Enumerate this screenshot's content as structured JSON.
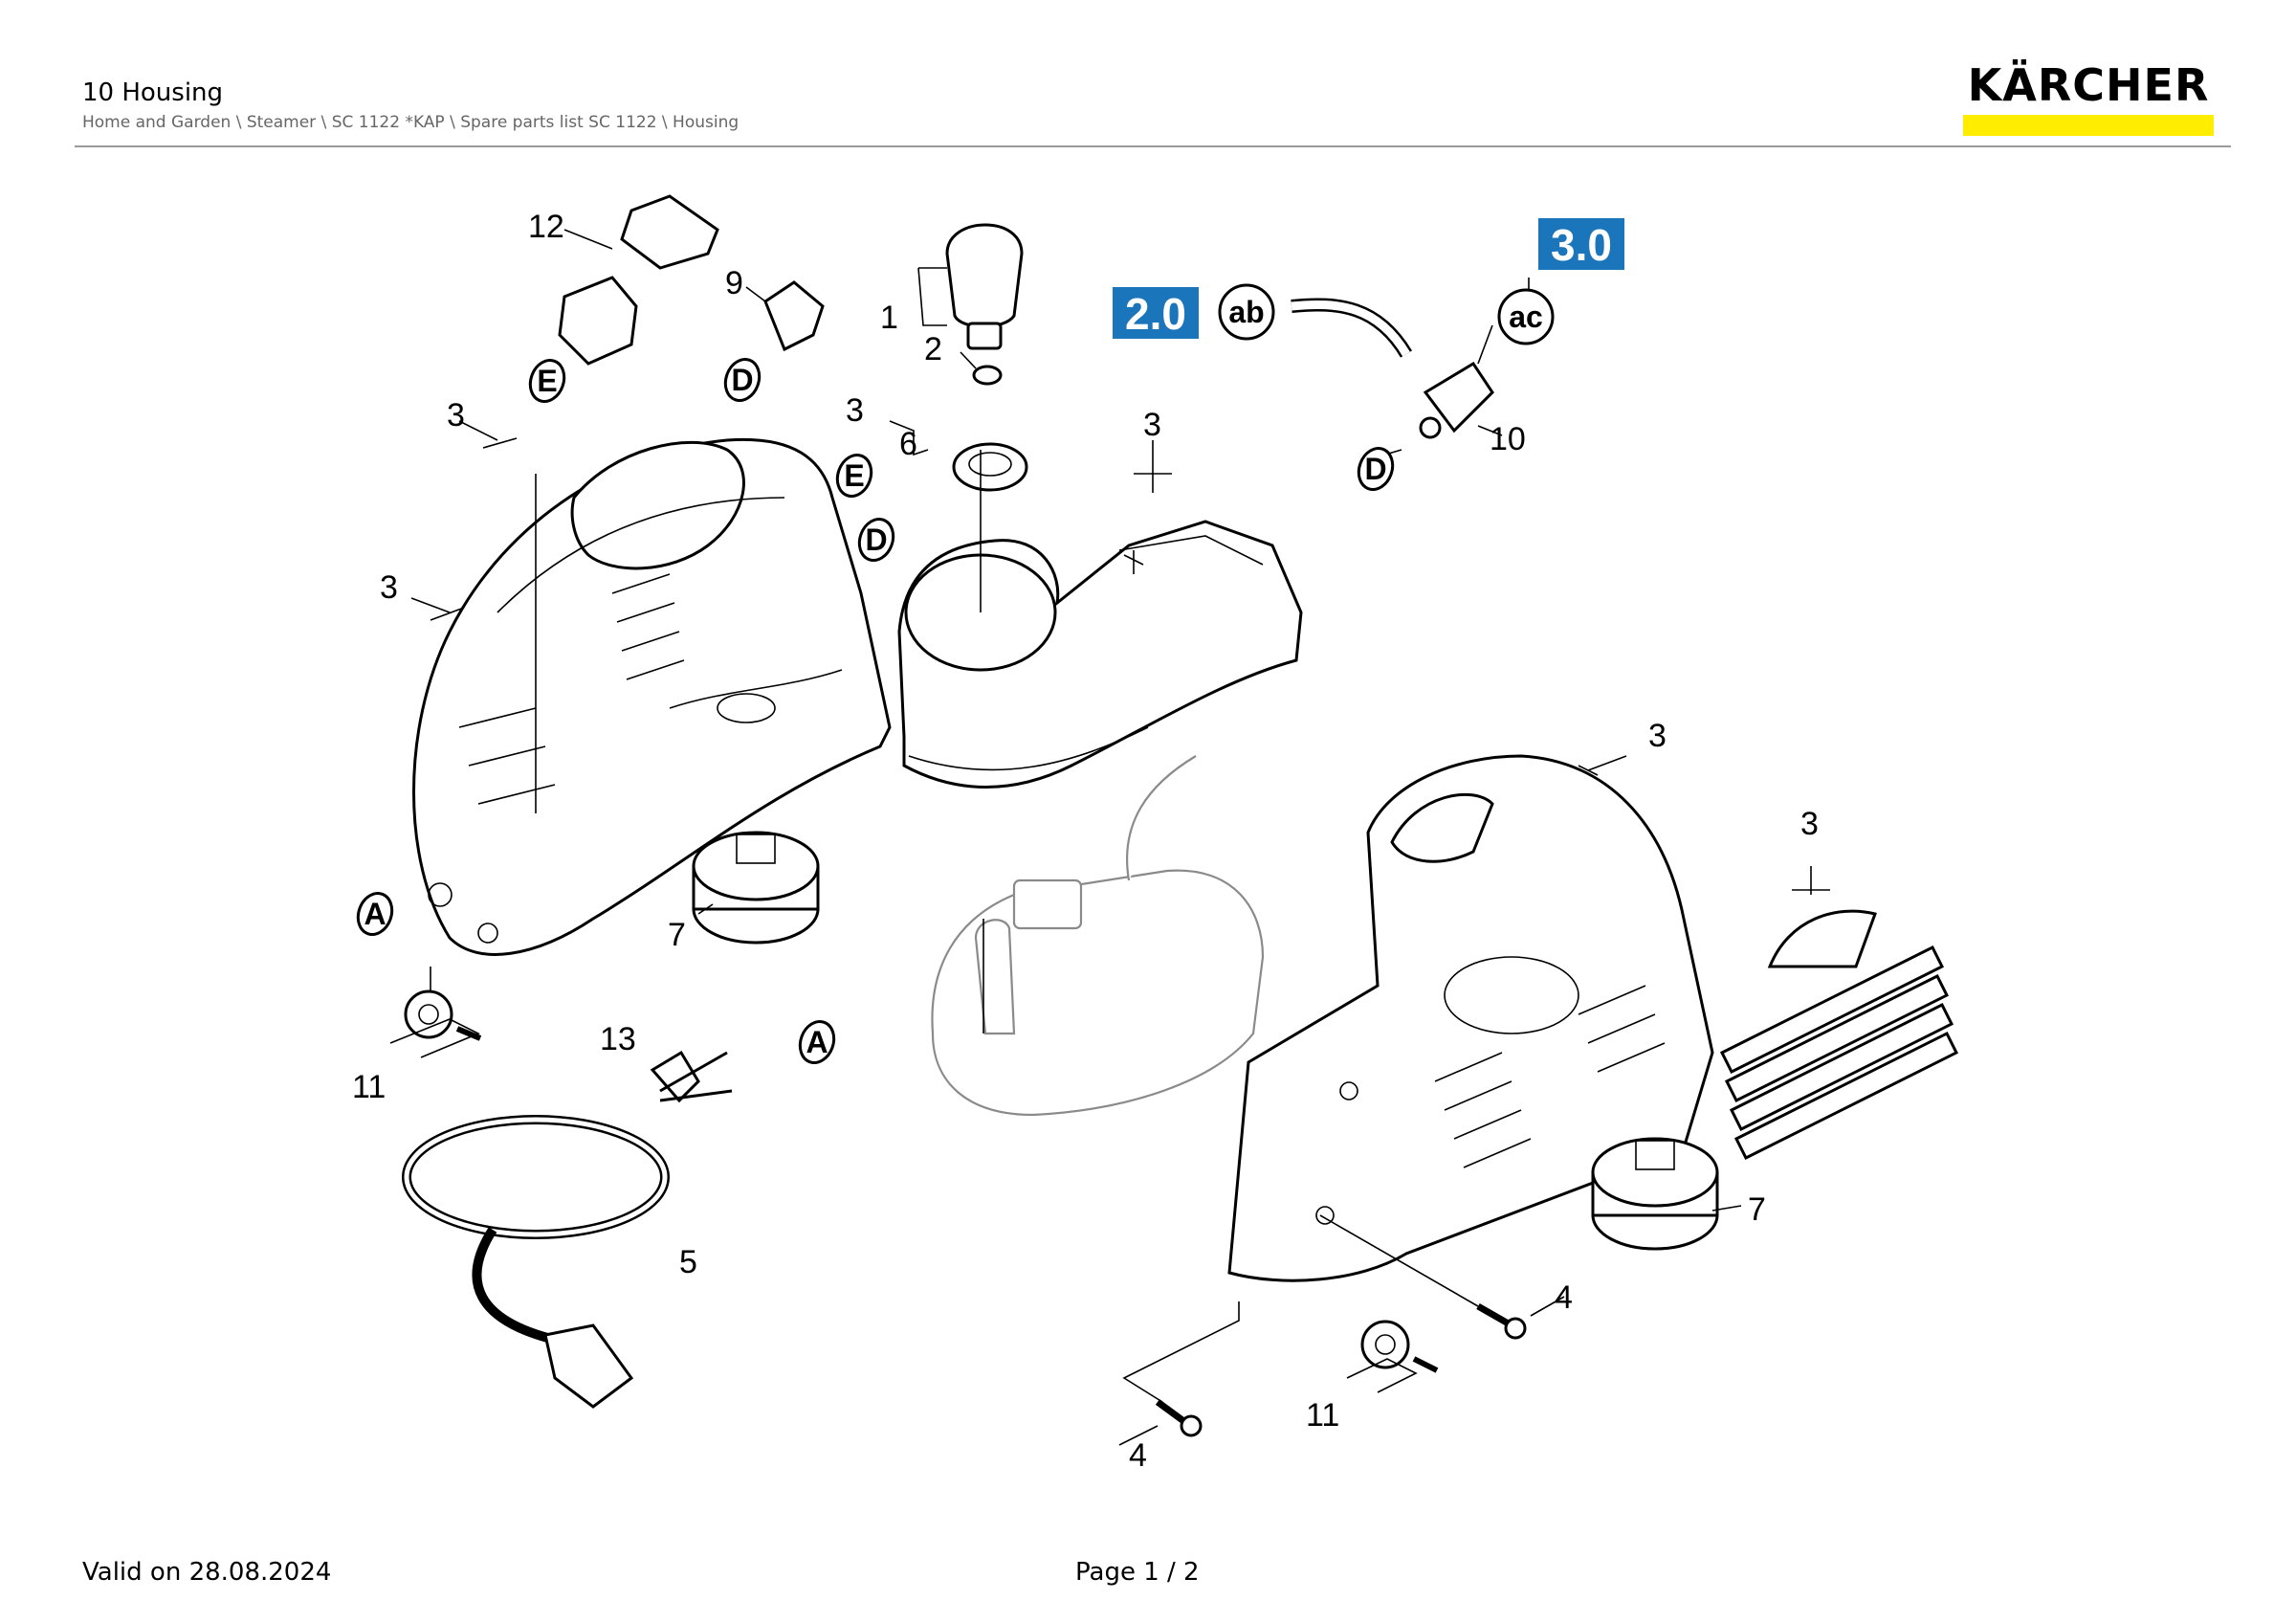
{
  "header": {
    "title": "10 Housing",
    "breadcrumb": "Home and Garden \\ Steamer \\ SC 1122 *KAP \\ Spare parts list SC 1122 \\ Housing"
  },
  "brand": {
    "name": "KÄRCHER",
    "accent": "#ffed00"
  },
  "diagram": {
    "part_labels": [
      "12",
      "9",
      "1",
      "2",
      "3",
      "6",
      "3",
      "3",
      "3",
      "7",
      "10",
      "3",
      "3",
      "7",
      "11",
      "13",
      "5",
      "4",
      "11",
      "4"
    ],
    "circle_labels": [
      "E",
      "D",
      "E",
      "D",
      "A",
      "A",
      "D",
      "ab",
      "ac"
    ],
    "box_labels": [
      "2.0",
      "3.0"
    ],
    "box_color": "#1a75bb"
  },
  "footer": {
    "valid": "Valid on 28.08.2024",
    "page": "Page 1 / 2"
  }
}
